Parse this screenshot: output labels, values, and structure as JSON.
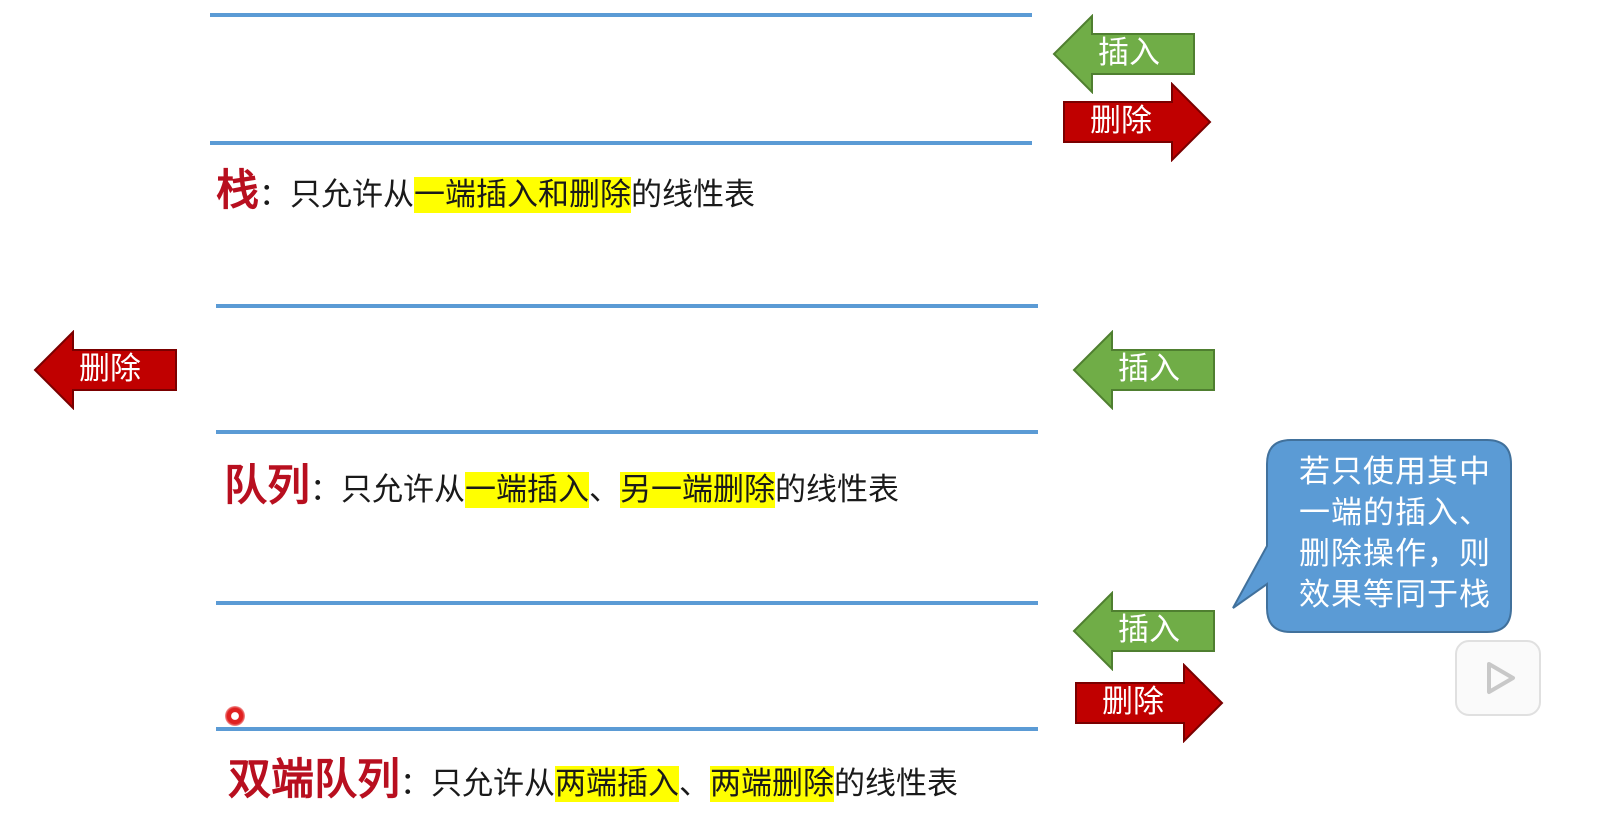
{
  "colors": {
    "line": "#5b9bd5",
    "insert_arrow": "#70ad47",
    "delete_arrow": "#c00000",
    "highlight": "#ffff00",
    "term": "#b80f1f",
    "bubble": "#5b9bd5"
  },
  "arrows": {
    "insert": "插入",
    "delete": "删除"
  },
  "stack": {
    "term": "栈",
    "colon": "：",
    "parts": [
      "只允许从",
      "一端插入和删除",
      "的线性表"
    ]
  },
  "queue": {
    "term": "队列",
    "colon": "：",
    "parts": [
      "只允许从",
      "一端插入",
      "、",
      "另一端删除",
      "的线性表"
    ]
  },
  "deque": {
    "term": "双端队列",
    "colon": "：",
    "parts": [
      "只允许从",
      "两端插入",
      "、",
      "两端删除",
      "的线性表"
    ]
  },
  "bubble": {
    "lines": [
      "若只使用其中",
      "一端的插入、",
      "删除操作，则",
      "效果等同于栈"
    ]
  },
  "icons": {
    "play": "play-icon",
    "pointer": "laser-pointer-dot"
  }
}
